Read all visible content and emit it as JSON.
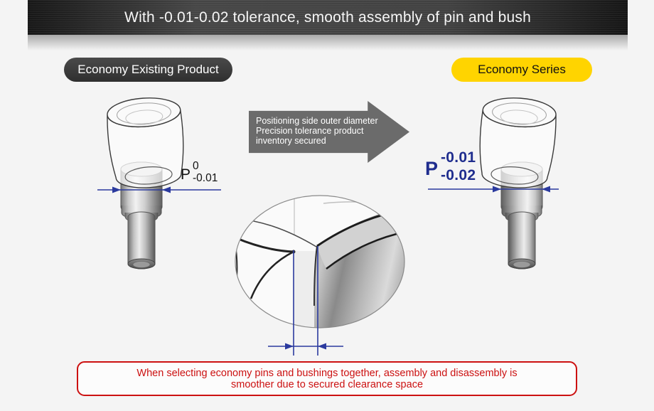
{
  "banner": {
    "title": "With -0.01-0.02 tolerance, smooth assembly of pin and bush"
  },
  "badges": {
    "left": "Economy Existing Product",
    "right": "Economy Series"
  },
  "arrow": {
    "lines": [
      "Positioning side outer diameter",
      "Precision tolerance product",
      "inventory secured"
    ]
  },
  "left_figure": {
    "symbol": "P",
    "upper": "0",
    "lower": "-0.01"
  },
  "right_figure": {
    "symbol": "P",
    "upper": "-0.01",
    "lower": "-0.02"
  },
  "note": {
    "line1": "When selecting economy pins and bushings together, assembly and disassembly is",
    "line2": "smoother due to secured clearance space"
  },
  "colors": {
    "accent_yellow": "#ffd400",
    "badge_dark": "#2f2f2f",
    "arrow_gray": "#6b6b6b",
    "dimension_blue": "#2b3a9e",
    "tolerance_navy": "#1f2d8e",
    "note_red": "#cc1111"
  }
}
